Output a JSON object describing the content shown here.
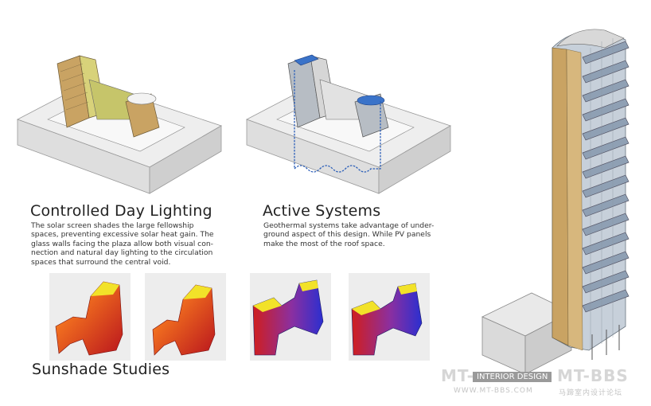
{
  "lighting": {
    "title": "Controlled Day Lighting",
    "lines": [
      "The solar screen shades the large fellowship",
      "spaces, preventing excessive solar heat gain. The",
      "glass walls facing the plaza allow both visual con-",
      "nection and natural day lighting to the circulation",
      "spaces that surround the central void."
    ]
  },
  "active": {
    "title": "Active Systems",
    "lines": [
      "Geothermal systems take advantage of under-",
      "ground aspect of  this design. While PV panels",
      "make the most of the roof space."
    ]
  },
  "sunshade": {
    "title": "Sunshade Studies"
  },
  "watermark": {
    "left": "MT-",
    "badge": "INTERIOR DESIGN",
    "right": "MT-BBS",
    "url": "WWW.MT-BBS.COM",
    "chinese": "马蹄室内设计论坛"
  },
  "colors": {
    "wood": "#c9a363",
    "glass": "#b9c4d0",
    "site": "#e6e6e6",
    "heat_hi": "#d01e1e",
    "heat_mid": "#f2e229",
    "heat_lo": "#3a3ccf"
  }
}
